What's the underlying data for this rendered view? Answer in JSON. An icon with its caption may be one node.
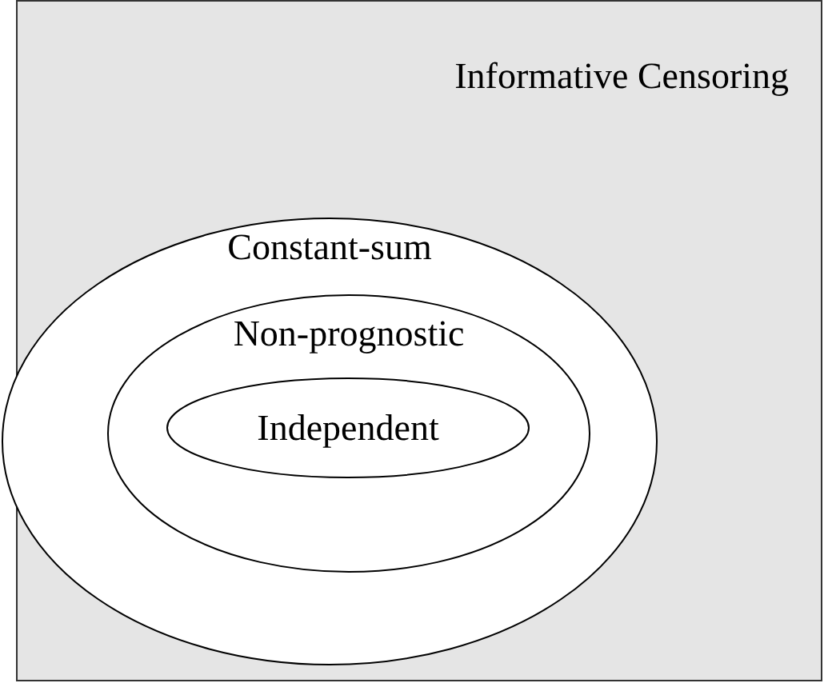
{
  "diagram": {
    "nodes": [
      {
        "text": [
          "Informative Censoring"
        ]
      },
      {
        "text": [
          "Constant-sum"
        ],
        "in": 0
      },
      {
        "text": [
          "Non-prognostic"
        ],
        "in": 1
      },
      {
        "text": [
          "Independent"
        ],
        "in": 2
      }
    ]
  }
}
